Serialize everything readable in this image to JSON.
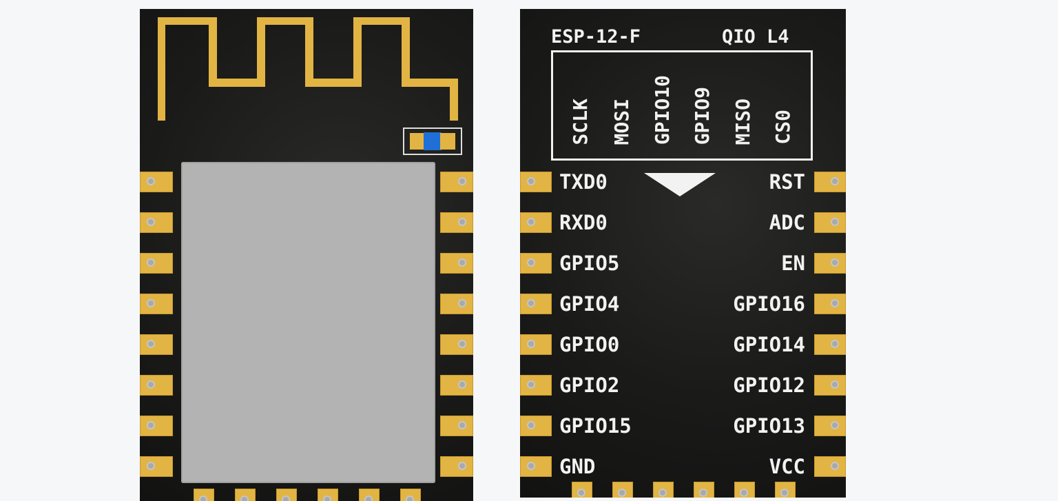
{
  "back": {
    "model_label": "ESP-12-F",
    "flash_label": "QIO L4",
    "flash_pins": [
      "SCLK",
      "MOSI",
      "GPIO10",
      "GPIO9",
      "MISO",
      "CS0"
    ],
    "left_pins": [
      "TXD0",
      "RXD0",
      "GPIO5",
      "GPIO4",
      "GPIO0",
      "GPIO2",
      "GPIO15",
      "GND"
    ],
    "right_pins": [
      "RST",
      "ADC",
      "EN",
      "GPIO16",
      "GPIO14",
      "GPIO12",
      "GPIO13",
      "VCC"
    ]
  },
  "colors": {
    "pcb": "#1a1a19",
    "copper": "#e2b443",
    "shield": "#b3b3b3",
    "silkscreen": "#f2f2f2",
    "resistor": "#1f6fd6"
  }
}
